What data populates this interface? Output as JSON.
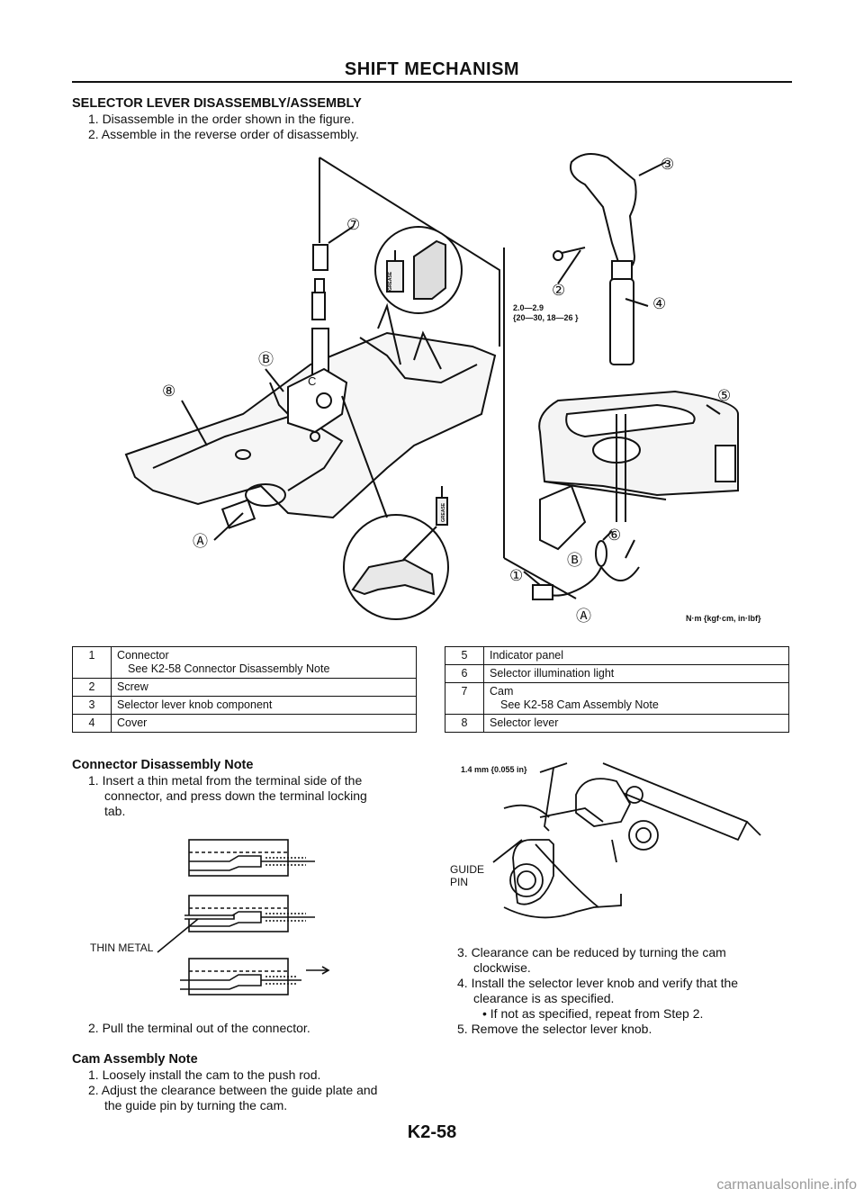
{
  "header": {
    "title": "SHIFT MECHANISM"
  },
  "intro": {
    "heading": "SELECTOR LEVER DISASSEMBLY/ASSEMBLY",
    "steps": [
      "1. Disassemble in the order shown in the figure.",
      "2. Assemble in the reverse order of disassembly."
    ]
  },
  "figure": {
    "callouts": [
      "①",
      "②",
      "③",
      "④",
      "⑤",
      "⑥",
      "⑦",
      "⑧"
    ],
    "letter_a": "Ⓐ",
    "letter_b": "Ⓑ",
    "letter_c": "C",
    "torque_value": "2.0—2.9",
    "torque_alt": "{20—30, 18—26 }",
    "torque_units": "N·m {kgf·cm, in·lbf}",
    "grease_label": "GREASE"
  },
  "parts_left": [
    {
      "num": "1",
      "name": "Connector",
      "note": "See  K2-58 Connector Disassembly Note"
    },
    {
      "num": "2",
      "name": "Screw",
      "note": ""
    },
    {
      "num": "3",
      "name": "Selector lever knob component",
      "note": ""
    },
    {
      "num": "4",
      "name": "Cover",
      "note": ""
    }
  ],
  "parts_right": [
    {
      "num": "5",
      "name": "Indicator panel",
      "note": ""
    },
    {
      "num": "6",
      "name": "Selector illumination light",
      "note": ""
    },
    {
      "num": "7",
      "name": "Cam",
      "note": "See  K2-58 Cam Assembly Note"
    },
    {
      "num": "8",
      "name": "Selector lever",
      "note": ""
    }
  ],
  "connector_note": {
    "heading": "Connector Disassembly Note",
    "step1_a": "1. Insert a thin metal from the terminal side of the",
    "step1_b": "connector, and press down the terminal locking",
    "step1_c": "tab.",
    "thin_metal_label": "THIN METAL",
    "step2": "2. Pull the terminal out of the connector."
  },
  "cam_note": {
    "heading": "Cam Assembly Note",
    "step1": "1. Loosely install the cam to the push rod.",
    "step2_a": "2. Adjust the clearance between the guide plate and",
    "step2_b": "the guide pin by turning the cam.",
    "clearance_label": "1.4 mm {0.055 in}",
    "guide_label": "GUIDE",
    "pin_label": "PIN",
    "step3_a": "3. Clearance can be reduced by turning the cam",
    "step3_b": "clockwise.",
    "step4_a": "4. Install the selector lever knob and verify that the",
    "step4_b": "clearance is as specified.",
    "step4_bullet": "If not as specified, repeat from Step 2.",
    "step5": "5. Remove the selector lever knob."
  },
  "footer": {
    "page": "K2-58"
  },
  "watermark": "carmanualsonline.info"
}
